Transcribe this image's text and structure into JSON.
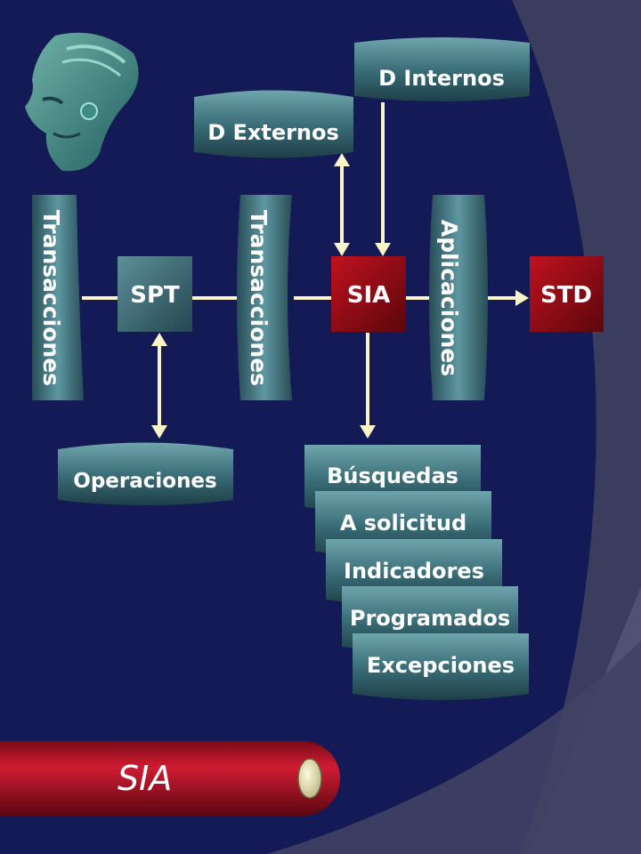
{
  "title": "SIA",
  "nodes": {
    "transacciones_left": "Transacciones",
    "spt": "SPT",
    "transacciones_mid": "Transacciones",
    "sia": "SIA",
    "aplicaciones": "Aplicaciones",
    "std": "STD",
    "d_externos": "D Externos",
    "d_internos": "D Internos",
    "operaciones": "Operaciones"
  },
  "outputs": [
    "Búsquedas",
    "A solicitud",
    "Indicadores",
    "Programados",
    "Excepciones"
  ],
  "colors": {
    "background": "#131a55",
    "teal_node": "#3a6f7a",
    "red_node": "#8b0f18",
    "title_bar": "#b01628",
    "arrow": "#fbf3c8",
    "side_panel": "#3a3d5e"
  }
}
